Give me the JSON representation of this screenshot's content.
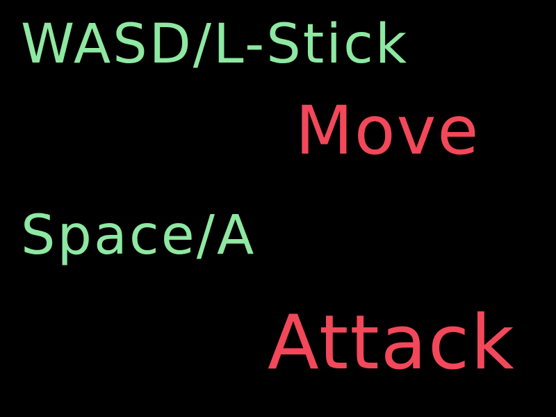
{
  "colors": {
    "background": "#000000",
    "key_text": "#8ee8a2",
    "action_text": "#f2485a"
  },
  "controls": [
    {
      "keys": "WASD/L-Stick",
      "action": "Move"
    },
    {
      "keys": "Space/A",
      "action": "Attack"
    }
  ]
}
